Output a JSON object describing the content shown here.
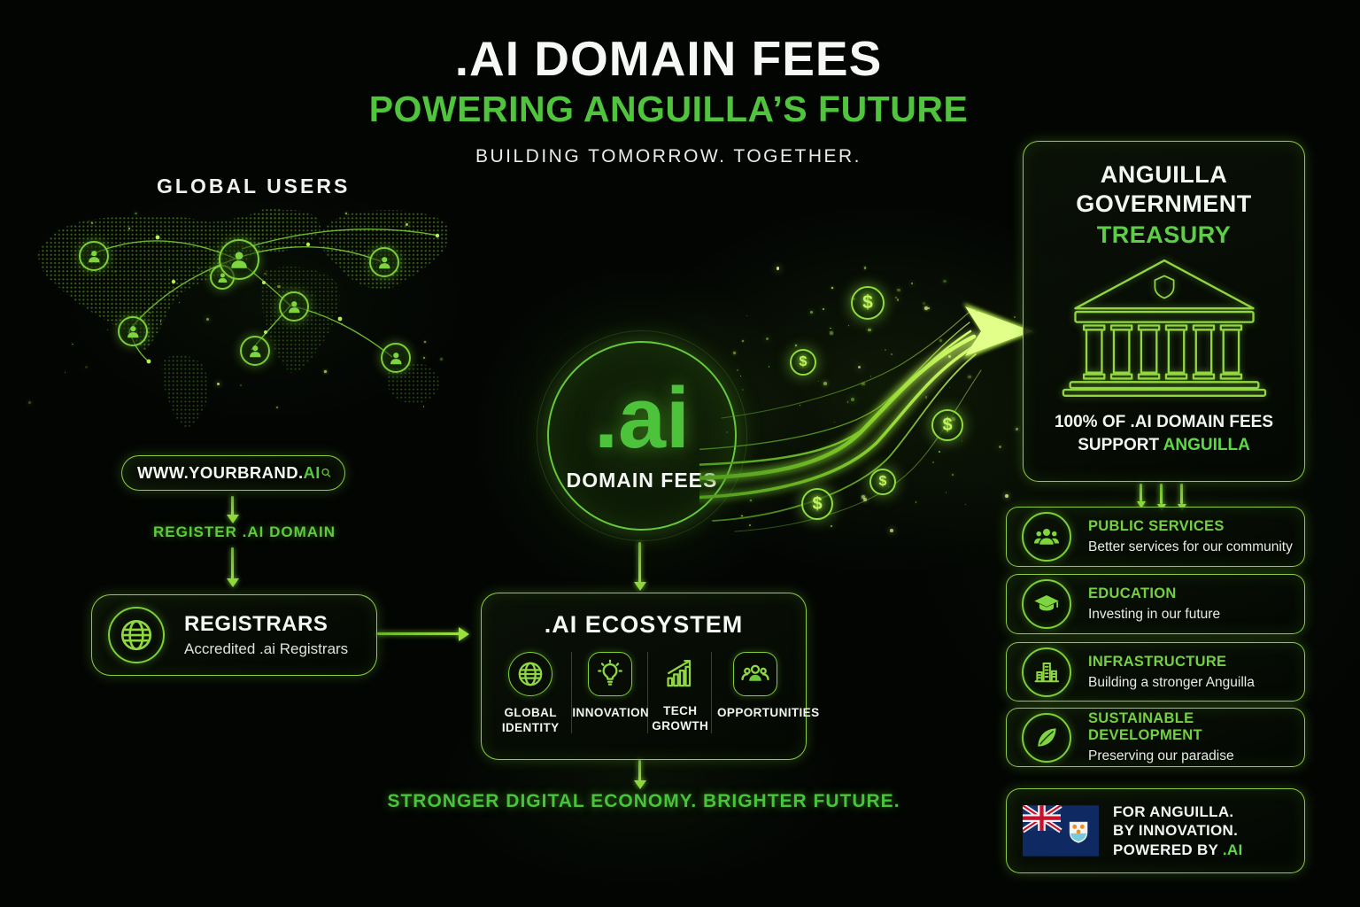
{
  "header": {
    "title": ".AI DOMAIN FEES",
    "subtitle": "POWERING ANGUILLA’S FUTURE",
    "tagline": "BUILDING TOMORROW. TOGETHER."
  },
  "map": {
    "label": "GLOBAL USERS",
    "user_icon": "user-icon",
    "user_count": 8
  },
  "search": {
    "value_main": "WWW.YOURBRAND.",
    "value_tld": "AI",
    "icon": "search-icon"
  },
  "flow": {
    "register_label": "REGISTER .AI DOMAIN",
    "footer_tagline": "STRONGER DIGITAL ECONOMY. BRIGHTER FUTURE."
  },
  "registrars": {
    "title": "REGISTRARS",
    "subtitle": "Accredited .ai Registrars",
    "icon": "globe-icon"
  },
  "fees_circle": {
    "tld": ".ai",
    "label": "DOMAIN FEES"
  },
  "money": {
    "symbol": "$",
    "coin_icon": "dollar-coin-icon",
    "coin_count": 5
  },
  "ecosystem": {
    "title": ".AI ECOSYSTEM",
    "items": [
      {
        "label": "GLOBAL IDENTITY",
        "icon": "globe-icon"
      },
      {
        "label": "INNOVATION",
        "icon": "lightbulb-icon"
      },
      {
        "label": "TECH GROWTH",
        "icon": "growth-chart-icon"
      },
      {
        "label": "OPPORTUNITIES",
        "icon": "people-icon"
      }
    ]
  },
  "treasury": {
    "title_line1": "ANGUILLA",
    "title_line2": "GOVERNMENT",
    "title_line3": "TREASURY",
    "icon": "bank-icon",
    "note_line1": "100% OF .AI DOMAIN FEES",
    "note_line2_white": "SUPPORT",
    "note_line2_green": "ANGUILLA"
  },
  "benefit_cards": [
    {
      "title": "PUBLIC SERVICES",
      "subtitle": "Better services for our community",
      "icon": "people-group-icon"
    },
    {
      "title": "EDUCATION",
      "subtitle": "Investing in our future",
      "icon": "graduation-cap-icon"
    },
    {
      "title": "INFRASTRUCTURE",
      "subtitle": "Building a stronger Anguilla",
      "icon": "buildings-icon"
    },
    {
      "title": "SUSTAINABLE DEVELOPMENT",
      "subtitle": "Preserving our paradise",
      "icon": "leaf-icon"
    }
  ],
  "flag_card": {
    "line1": "FOR ANGUILLA.",
    "line2": "BY INNOVATION.",
    "line3_white": "POWERED BY",
    "line3_green": ".AI",
    "flag_icon": "anguilla-flag"
  },
  "colors": {
    "background": "#030503",
    "accent_green": "#4fc43c",
    "glow_green": "#8fd83c",
    "bright_green": "#c8f06a",
    "white": "#f4f6f2"
  }
}
